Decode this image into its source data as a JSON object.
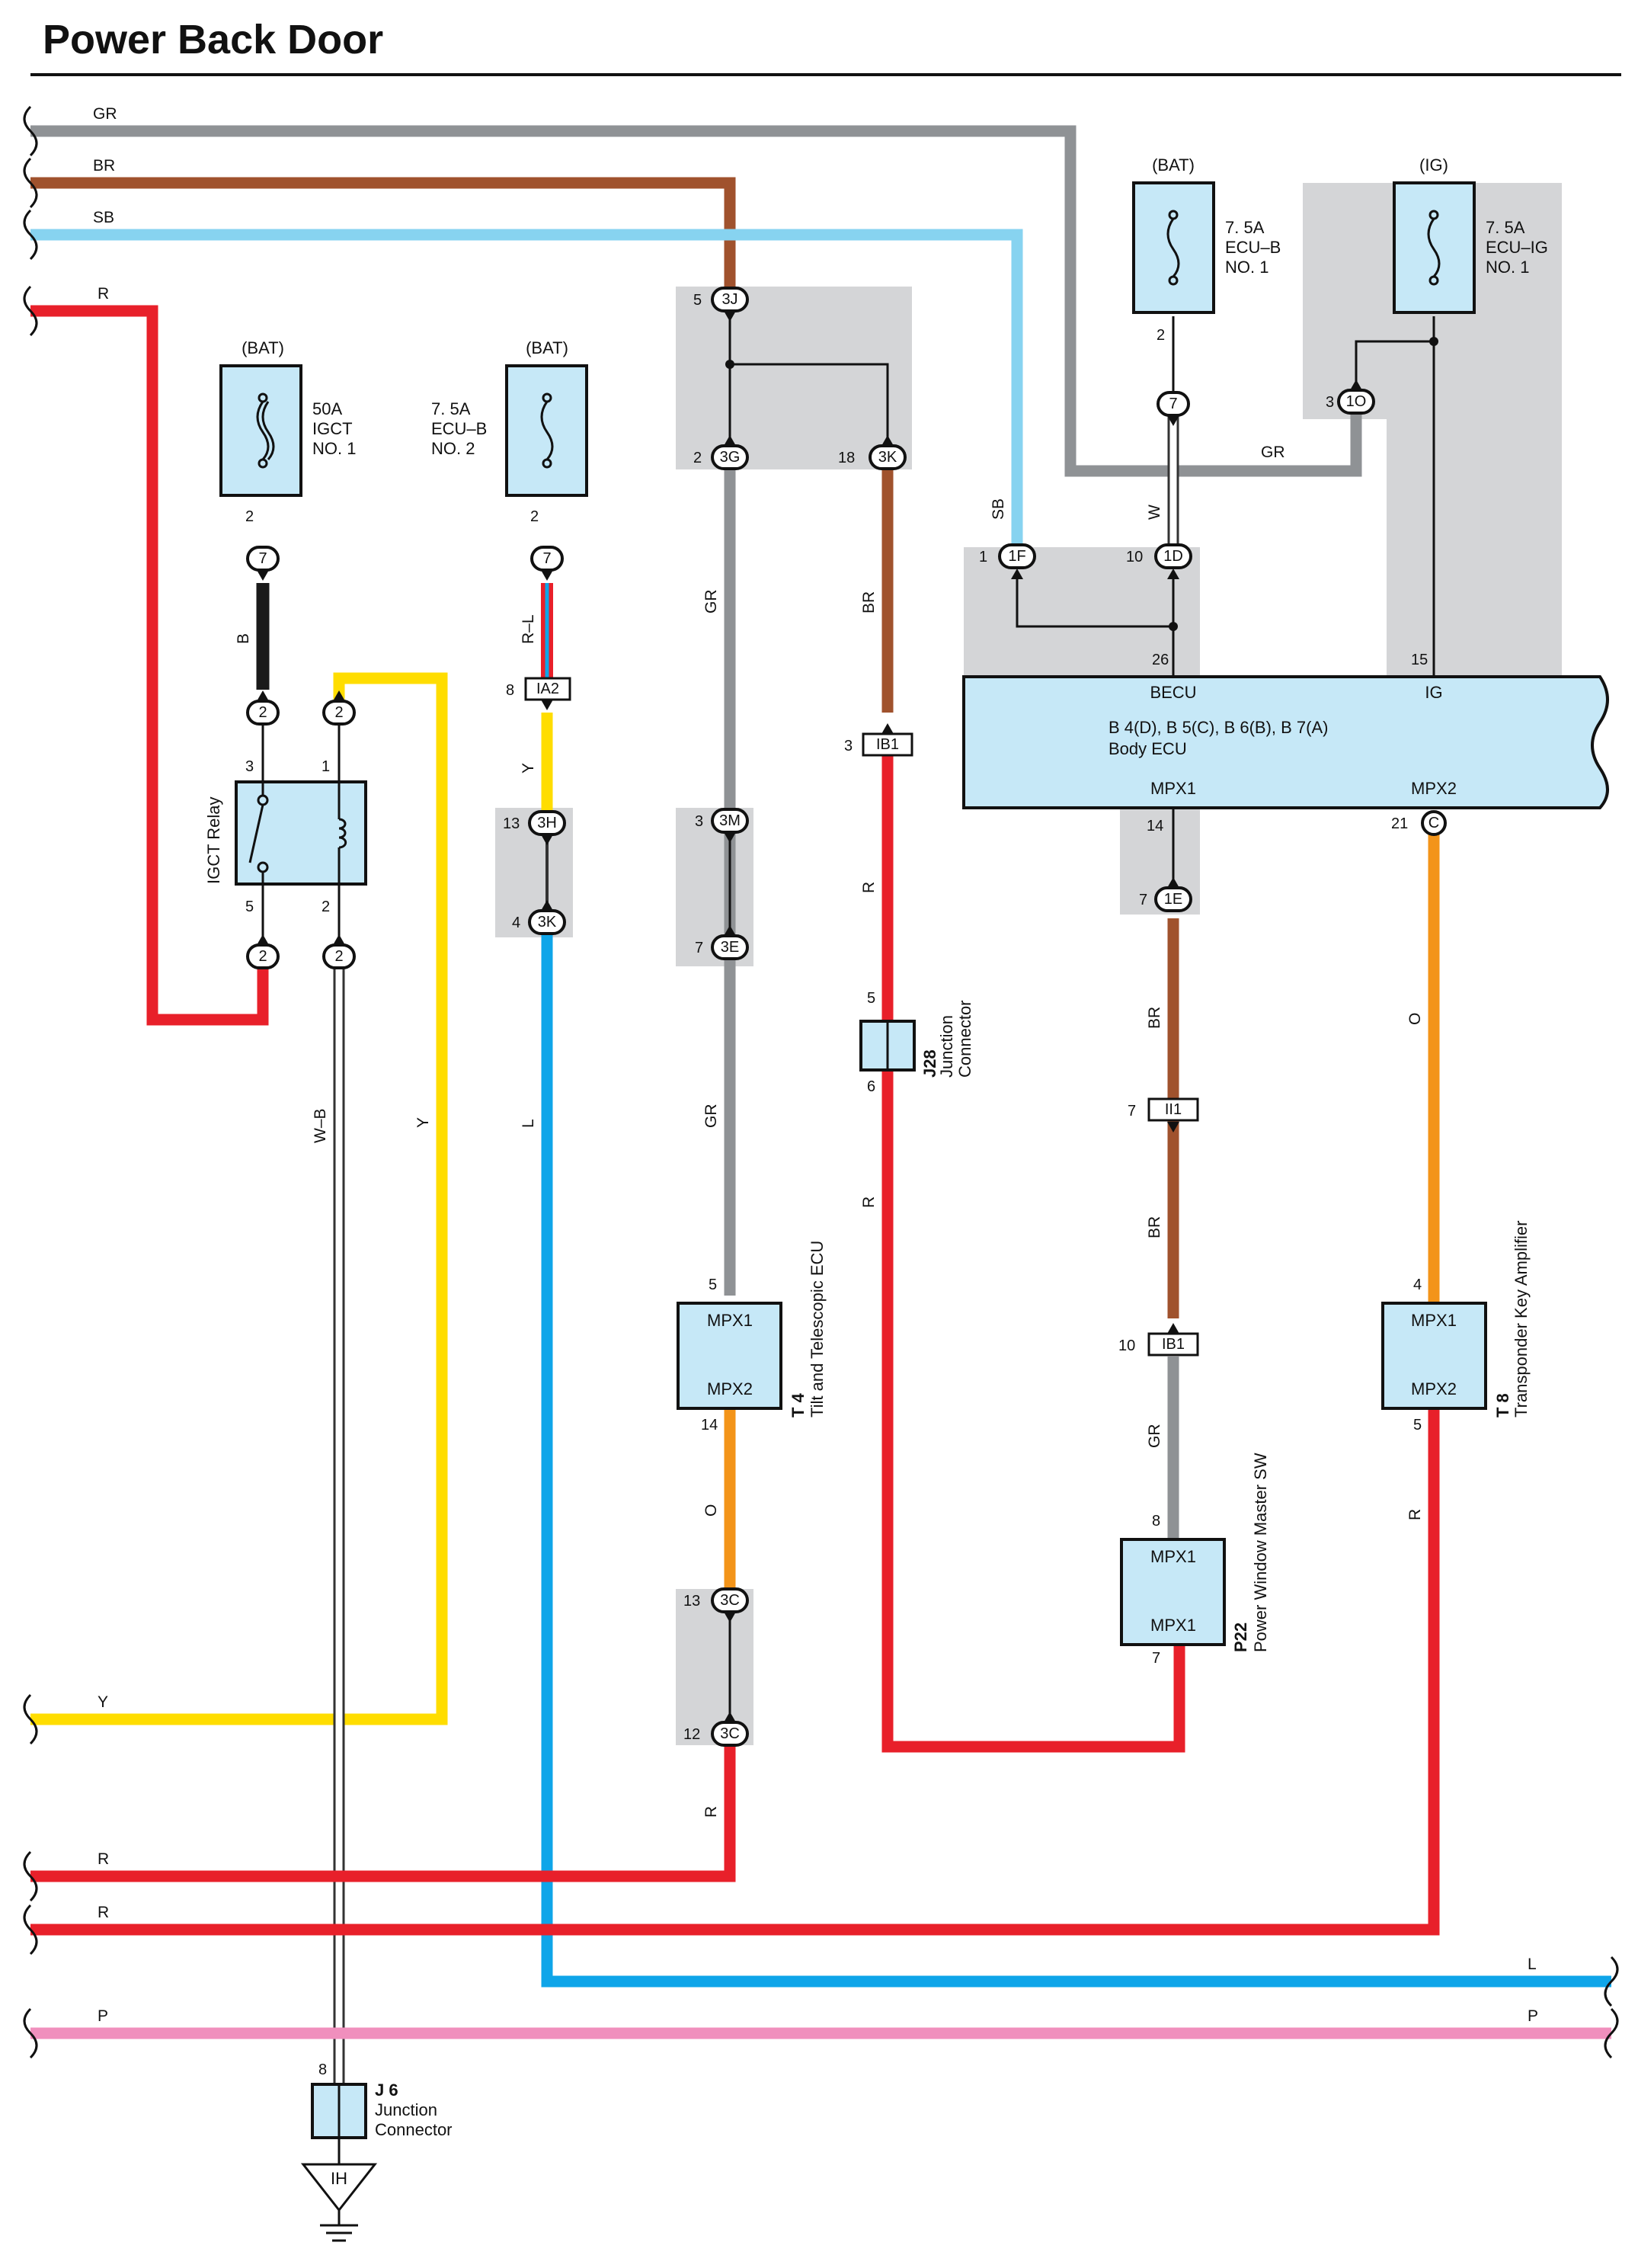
{
  "title": "Power Back Door",
  "colors": {
    "GR": "#8f9295",
    "BR": "#a0522d",
    "SB": "#87d3f0",
    "R": "#e8202a",
    "B": "#1a1a1a",
    "Y": "#ffdd00",
    "L": "#0ea5e9",
    "O": "#f39419",
    "P": "#f08fbd",
    "W": "#ffffff",
    "box": "#c6e8f7",
    "shade": "#d4d5d7"
  },
  "wires_left": [
    "GR",
    "BR",
    "SB",
    "R",
    "Y",
    "R",
    "R",
    "P"
  ],
  "wires_right": [
    "L",
    "P"
  ],
  "fuses": {
    "igct": {
      "source": "(BAT)",
      "rating": "50A",
      "name": "IGCT",
      "no": "NO. 1"
    },
    "ecub2": {
      "source": "(BAT)",
      "rating": "7. 5A",
      "name": "ECU–B",
      "no": "NO. 2"
    },
    "ecub1": {
      "source": "(BAT)",
      "rating": "7. 5A",
      "name": "ECU–B",
      "no": "NO. 1"
    },
    "ecuig": {
      "source": "(IG)",
      "rating": "7. 5A",
      "name": "ECU–IG",
      "no": "NO. 1"
    }
  },
  "relay": {
    "name": "IGCT Relay"
  },
  "body_ecu": {
    "codes": "B 4(D), B 5(C), B 6(B), B 7(A)",
    "name": "Body ECU",
    "becu": "BECU",
    "ig": "IG",
    "mpx1": "MPX1",
    "mpx2": "MPX2"
  },
  "components": {
    "t4": {
      "code": "T 4",
      "name": "Tilt and Telescopic ECU",
      "p1": "MPX1",
      "p2": "MPX2"
    },
    "t8": {
      "code": "T 8",
      "name": "Transponder Key Amplifier",
      "p1": "MPX1",
      "p2": "MPX2"
    },
    "p22": {
      "code": "P22",
      "name": "Power Window Master SW",
      "p1": "MPX1",
      "p2": "MPX1"
    },
    "j28": {
      "code": "J28",
      "name1": "Junction",
      "name2": "Connector"
    },
    "j6": {
      "code": "J 6",
      "name1": "Junction",
      "name2": "Connector"
    },
    "ground": "IH"
  },
  "connectors": {
    "c3J": "3J",
    "c3G": "3G",
    "c3K_top": "3K",
    "c1F": "1F",
    "c1D": "1D",
    "c7_ecub1": "7",
    "c1O": "1O",
    "c7_igct": "7",
    "c7_ecub2": "7",
    "c2_a": "2",
    "c2_b": "2",
    "c2_c": "2",
    "c2_d": "2",
    "IA2": "IA2",
    "c3H": "3H",
    "c3K": "3K",
    "IB1_a": "IB1",
    "c3M": "3M",
    "c3E": "3E",
    "c1E": "1E",
    "II1": "II1",
    "IB1_b": "IB1",
    "c3C_a": "3C",
    "c3C_b": "3C",
    "cC": "C"
  },
  "pins": {
    "p5_3J": "5",
    "p2_3G": "2",
    "p18_3K": "18",
    "p1_1F": "1",
    "p10_1D": "10",
    "p26": "26",
    "p15": "15",
    "p2_ecub1": "2",
    "p3_1O": "3",
    "p2_igct": "2",
    "p2_ecub2": "2",
    "p3_relay": "3",
    "p1_relay": "1",
    "p5_relay": "5",
    "p2_relay": "2",
    "p8_IA2": "8",
    "p13_3H": "13",
    "p4_3K": "4",
    "p3_IB1": "3",
    "p3_3M": "3",
    "p7_3E": "7",
    "p14": "14",
    "p7_1E": "7",
    "p21": "21",
    "p5_j28": "5",
    "p6_j28": "6",
    "p7_II1": "7",
    "p10_IB1": "10",
    "p8_p22": "8",
    "p7_p22": "7",
    "p5_t4": "5",
    "p14_t4": "14",
    "p13_3C": "13",
    "p12_3C": "12",
    "p4_t8": "4",
    "p5_t8": "5",
    "p8_j6": "8"
  },
  "wire_labels": {
    "GR_top": "GR",
    "BR_top": "BR",
    "SB_top": "SB",
    "R_top": "R",
    "B": "B",
    "RL": "R–L",
    "Y_ia2": "Y",
    "GR_3G": "GR",
    "BR_3K": "BR",
    "SB_v": "SB",
    "W_v": "W",
    "GR_h": "GR",
    "R_ib1": "R",
    "R_j28": "R",
    "BR_1E": "BR",
    "BR_ii1": "BR",
    "GR_ib1": "GR",
    "O_t8": "O",
    "R_t8": "R",
    "GR_3M": "GR",
    "O_t4": "O",
    "R_3C": "R",
    "WB": "W–B",
    "Y_relay": "Y",
    "L_3K": "L",
    "Y_bot": "Y",
    "R_bot1": "R",
    "R_bot2": "R",
    "L_right": "L",
    "P_left": "P",
    "P_right": "P"
  }
}
